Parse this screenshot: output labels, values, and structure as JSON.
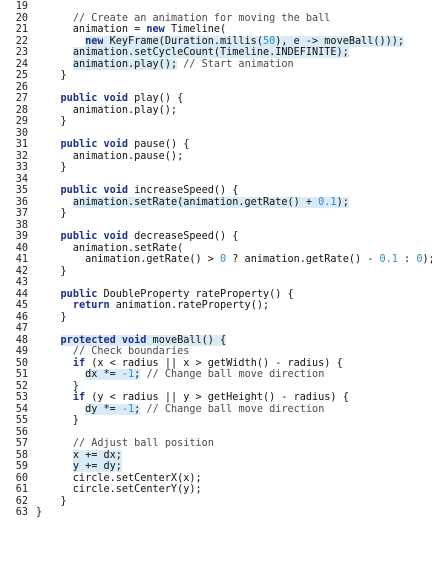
{
  "code_listing": {
    "lines": [
      {
        "n": "19",
        "segs": []
      },
      {
        "n": "20",
        "segs": [
          [
            "      ",
            "plain",
            false
          ],
          [
            "// Create an animation for moving the ball",
            "comment",
            false
          ]
        ]
      },
      {
        "n": "21",
        "segs": [
          [
            "      animation = ",
            "plain",
            false
          ],
          [
            "new",
            "keyword",
            false
          ],
          [
            " Timeline(",
            "plain",
            false
          ]
        ]
      },
      {
        "n": "22",
        "segs": [
          [
            "        ",
            "plain",
            false
          ],
          [
            "new",
            "keyword",
            true
          ],
          [
            " KeyFrame(Duration.millis(",
            "plain",
            true
          ],
          [
            "50",
            "number",
            true
          ],
          [
            "), e -> moveBall()));",
            "plain",
            true
          ]
        ]
      },
      {
        "n": "23",
        "segs": [
          [
            "      ",
            "plain",
            false
          ],
          [
            "animation.setCycleCount(Timeline.INDEFINITE);",
            "plain",
            true
          ]
        ]
      },
      {
        "n": "24",
        "segs": [
          [
            "      ",
            "plain",
            false
          ],
          [
            "animation.play();",
            "plain",
            true
          ],
          [
            " ",
            "plain",
            false
          ],
          [
            "// Start animation",
            "comment",
            false
          ]
        ]
      },
      {
        "n": "25",
        "segs": [
          [
            "    }",
            "plain",
            false
          ]
        ]
      },
      {
        "n": "26",
        "segs": []
      },
      {
        "n": "27",
        "segs": [
          [
            "    ",
            "plain",
            false
          ],
          [
            "public void",
            "keyword",
            false
          ],
          [
            " play() {",
            "plain",
            false
          ]
        ]
      },
      {
        "n": "28",
        "segs": [
          [
            "      animation.play();",
            "plain",
            false
          ]
        ]
      },
      {
        "n": "29",
        "segs": [
          [
            "    }",
            "plain",
            false
          ]
        ]
      },
      {
        "n": "30",
        "segs": []
      },
      {
        "n": "31",
        "segs": [
          [
            "    ",
            "plain",
            false
          ],
          [
            "public void",
            "keyword",
            false
          ],
          [
            " pause() {",
            "plain",
            false
          ]
        ]
      },
      {
        "n": "32",
        "segs": [
          [
            "      animation.pause();",
            "plain",
            false
          ]
        ]
      },
      {
        "n": "33",
        "segs": [
          [
            "    }",
            "plain",
            false
          ]
        ]
      },
      {
        "n": "34",
        "segs": []
      },
      {
        "n": "35",
        "segs": [
          [
            "    ",
            "plain",
            false
          ],
          [
            "public void",
            "keyword",
            false
          ],
          [
            " increaseSpeed() {",
            "plain",
            false
          ]
        ]
      },
      {
        "n": "36",
        "segs": [
          [
            "      ",
            "plain",
            false
          ],
          [
            "animation.setRate(animation.getRate() + ",
            "plain",
            true
          ],
          [
            "0.1",
            "number",
            true
          ],
          [
            ");",
            "plain",
            true
          ]
        ]
      },
      {
        "n": "37",
        "segs": [
          [
            "    }",
            "plain",
            false
          ]
        ]
      },
      {
        "n": "38",
        "segs": []
      },
      {
        "n": "39",
        "segs": [
          [
            "    ",
            "plain",
            false
          ],
          [
            "public void",
            "keyword",
            false
          ],
          [
            " decreaseSpeed() {",
            "plain",
            false
          ]
        ]
      },
      {
        "n": "40",
        "segs": [
          [
            "      animation.setRate(",
            "plain",
            false
          ]
        ]
      },
      {
        "n": "41",
        "segs": [
          [
            "        animation.getRate() > ",
            "plain",
            false
          ],
          [
            "0",
            "number",
            false
          ],
          [
            " ? animation.getRate() - ",
            "plain",
            false
          ],
          [
            "0.1",
            "number",
            false
          ],
          [
            " : ",
            "plain",
            false
          ],
          [
            "0",
            "number",
            false
          ],
          [
            ");",
            "plain",
            false
          ]
        ]
      },
      {
        "n": "42",
        "segs": [
          [
            "    }",
            "plain",
            false
          ]
        ]
      },
      {
        "n": "43",
        "segs": []
      },
      {
        "n": "44",
        "segs": [
          [
            "    ",
            "plain",
            false
          ],
          [
            "public",
            "keyword",
            false
          ],
          [
            " DoubleProperty rateProperty() {",
            "plain",
            false
          ]
        ]
      },
      {
        "n": "45",
        "segs": [
          [
            "      ",
            "plain",
            false
          ],
          [
            "return",
            "keyword",
            false
          ],
          [
            " animation.rateProperty();",
            "plain",
            false
          ]
        ]
      },
      {
        "n": "46",
        "segs": [
          [
            "    }",
            "plain",
            false
          ]
        ]
      },
      {
        "n": "47",
        "segs": []
      },
      {
        "n": "48",
        "segs": [
          [
            "    ",
            "plain",
            false
          ],
          [
            "protected void",
            "keyword",
            true
          ],
          [
            " moveBall() {",
            "plain",
            true
          ]
        ]
      },
      {
        "n": "49",
        "segs": [
          [
            "      ",
            "plain",
            false
          ],
          [
            "// Check boundaries",
            "comment",
            false
          ]
        ]
      },
      {
        "n": "50",
        "segs": [
          [
            "      ",
            "plain",
            false
          ],
          [
            "if",
            "keyword",
            false
          ],
          [
            " (x < radius || x > getWidth() - radius) {",
            "plain",
            false
          ]
        ]
      },
      {
        "n": "51",
        "segs": [
          [
            "        ",
            "plain",
            false
          ],
          [
            "dx *= ",
            "plain",
            true
          ],
          [
            "-1",
            "number",
            true
          ],
          [
            ";",
            "plain",
            true
          ],
          [
            " ",
            "plain",
            false
          ],
          [
            "// Change ball move direction",
            "comment",
            false
          ]
        ]
      },
      {
        "n": "52",
        "segs": [
          [
            "      }",
            "plain",
            false
          ]
        ]
      },
      {
        "n": "53",
        "segs": [
          [
            "      ",
            "plain",
            false
          ],
          [
            "if",
            "keyword",
            false
          ],
          [
            " (y < radius || y > getHeight() - radius) {",
            "plain",
            false
          ]
        ]
      },
      {
        "n": "54",
        "segs": [
          [
            "        ",
            "plain",
            false
          ],
          [
            "dy *= ",
            "plain",
            true
          ],
          [
            "-1",
            "number",
            true
          ],
          [
            ";",
            "plain",
            true
          ],
          [
            " ",
            "plain",
            false
          ],
          [
            "// Change ball move direction",
            "comment",
            false
          ]
        ]
      },
      {
        "n": "55",
        "segs": [
          [
            "      }",
            "plain",
            false
          ]
        ]
      },
      {
        "n": "56",
        "segs": []
      },
      {
        "n": "57",
        "segs": [
          [
            "      ",
            "plain",
            false
          ],
          [
            "// Adjust ball position",
            "comment",
            false
          ]
        ]
      },
      {
        "n": "58",
        "segs": [
          [
            "      ",
            "plain",
            false
          ],
          [
            "x += dx;",
            "plain",
            true
          ]
        ]
      },
      {
        "n": "59",
        "segs": [
          [
            "      ",
            "plain",
            false
          ],
          [
            "y += dy;",
            "plain",
            true
          ]
        ]
      },
      {
        "n": "60",
        "segs": [
          [
            "      circle.setCenterX(x);",
            "plain",
            false
          ]
        ]
      },
      {
        "n": "61",
        "segs": [
          [
            "      circle.setCenterY(y);",
            "plain",
            false
          ]
        ]
      },
      {
        "n": "62",
        "segs": [
          [
            "    }",
            "plain",
            false
          ]
        ]
      },
      {
        "n": "63",
        "segs": [
          [
            "}",
            "plain",
            false
          ]
        ]
      }
    ]
  }
}
